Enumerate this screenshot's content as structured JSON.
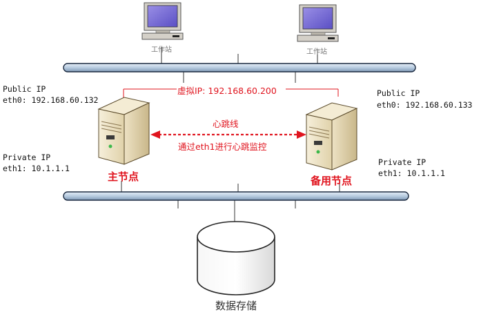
{
  "workstations": [
    {
      "label": "工作站"
    },
    {
      "label": "工作站"
    }
  ],
  "virtual_ip": {
    "label": "虚拟IP: 192.168.60.200"
  },
  "primary": {
    "public_ip_title": "Public IP",
    "public_ip_value": "eth0: 192.168.60.132",
    "private_ip_title": "Private IP",
    "private_ip_value": "eth1: 10.1.1.1",
    "node_label": "主节点"
  },
  "standby": {
    "public_ip_title": "Public IP",
    "public_ip_value": "eth0: 192.168.60.133",
    "private_ip_title": "Private IP",
    "private_ip_value": "eth1: 10.1.1.1",
    "node_label": "备用节点"
  },
  "heartbeat": {
    "title": "心跳线",
    "subtitle": "通过eth1进行心跳监控"
  },
  "storage": {
    "label": "数据存储"
  },
  "colors": {
    "accent_red": "#e0141e",
    "bus_fill": "#b8cce0",
    "bus_stroke": "#1b2a40",
    "server_fill": "#e8dcb9",
    "storage_fill": "#f3f3f3"
  },
  "icons": [
    "workstation-icon",
    "server-icon",
    "storage-cylinder-icon",
    "network-bus-icon"
  ]
}
